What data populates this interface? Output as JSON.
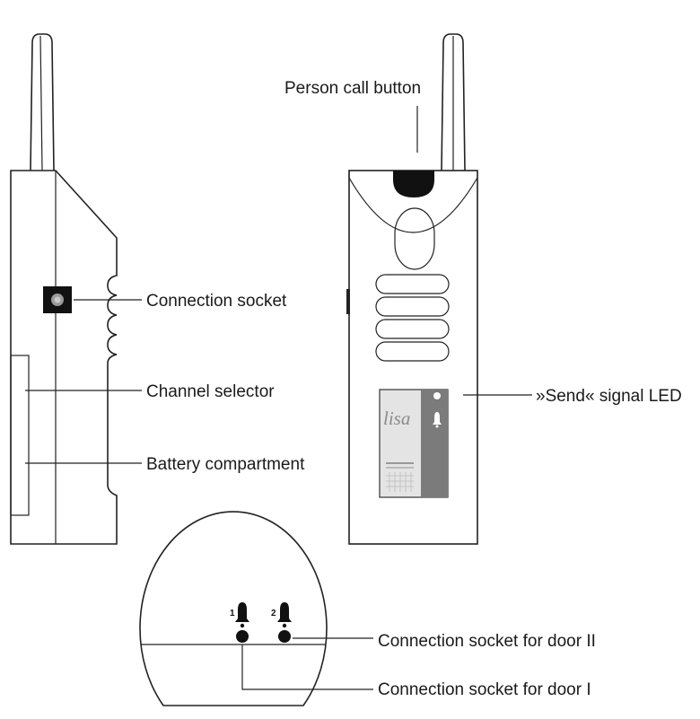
{
  "labels": {
    "person_call_button": "Person call button",
    "connection_socket": "Connection socket",
    "channel_selector": "Channel selector",
    "battery_compartment": "Battery compartment",
    "send_signal_led": "»Send« signal LED",
    "socket_door_2": "Connection socket for door II",
    "socket_door_1": "Connection socket for door I"
  },
  "device": {
    "brand": "lisa",
    "bell_1_number": "1",
    "bell_2_number": "2"
  },
  "colors": {
    "outline": "#222222",
    "panel_light": "#e4e4e4",
    "panel_dark": "#7b7b7b",
    "button": "#111111",
    "text": "#1a1a1a"
  }
}
